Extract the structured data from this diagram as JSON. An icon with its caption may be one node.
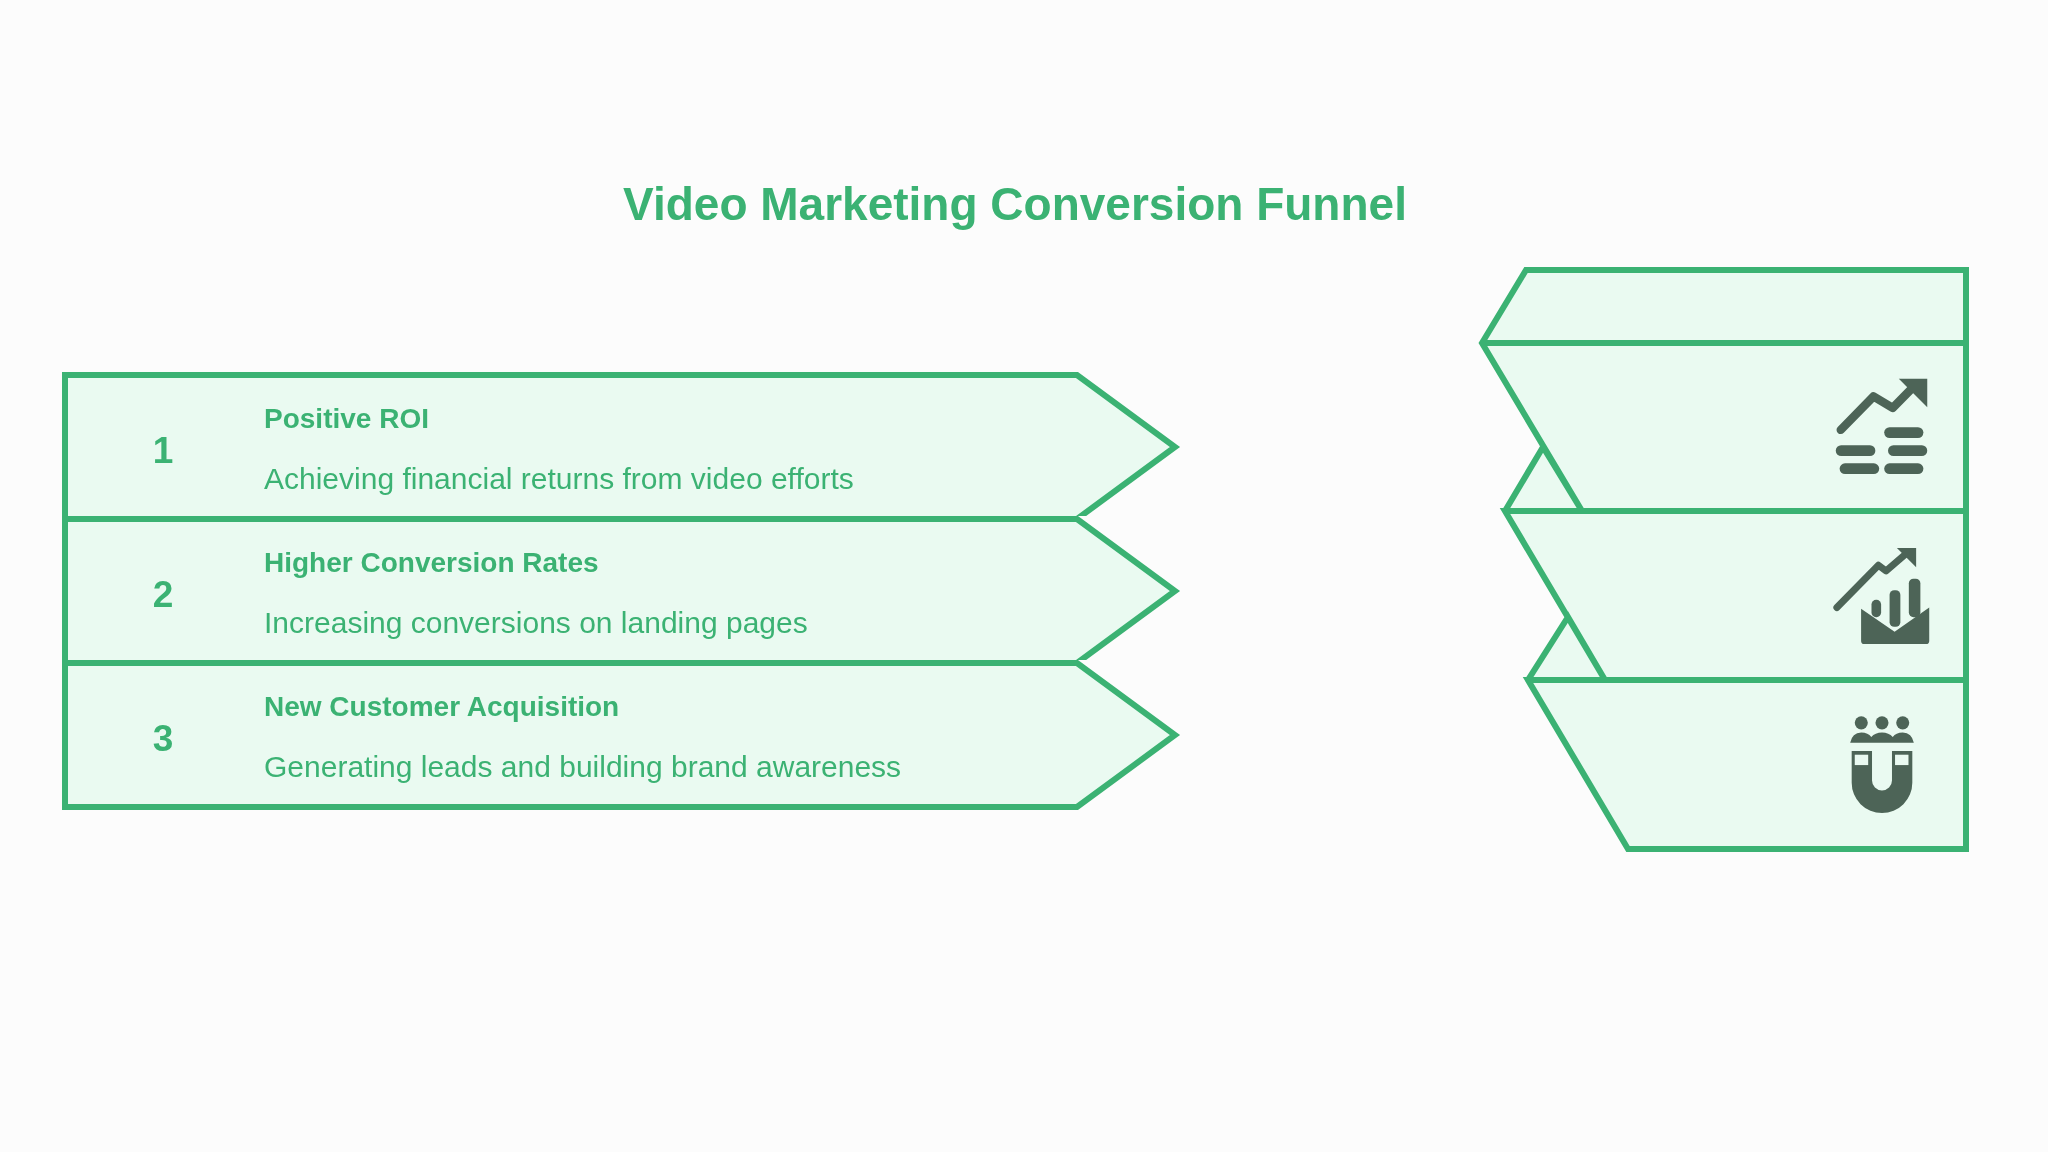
{
  "diagram": {
    "title": "Video Marketing Conversion Funnel",
    "nodes": [
      {
        "text": [
          "1",
          "Positive ROI",
          "Achieving financial returns from video efforts"
        ]
      },
      {
        "text": [
          "2",
          "Higher Conversion Rates",
          "Increasing conversions on landing pages"
        ]
      },
      {
        "text": [
          "3",
          "New Customer Acquisition",
          "Generating leads and building brand awareness"
        ]
      },
      {
        "text": [],
        "shape": "chevron"
      },
      {
        "text": [],
        "shape": "chevron"
      },
      {
        "text": [],
        "shape": "chevron"
      }
    ]
  }
}
